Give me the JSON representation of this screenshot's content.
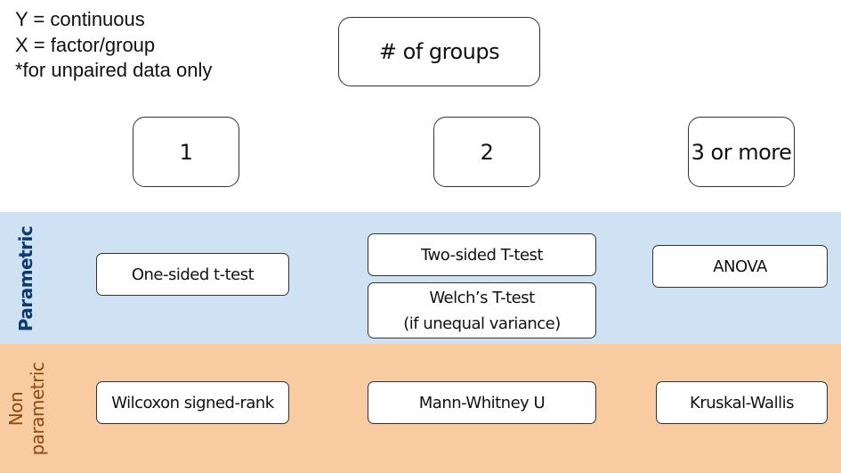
{
  "legend": {
    "line1": "Y = continuous",
    "line2": "X = factor/group",
    "line3": "*for unpaired data only"
  },
  "root": {
    "label": "# of groups"
  },
  "groups": [
    {
      "label": "1"
    },
    {
      "label": "2"
    },
    {
      "label": "3 or more"
    }
  ],
  "rows": {
    "parametric": {
      "label": "Parametric",
      "tests": {
        "one": "One-sided t-test",
        "two_a": "Two-sided T-test",
        "two_b_line1": "Welch’s T-test",
        "two_b_line2": "(if unequal variance)",
        "three": "ANOVA"
      }
    },
    "nonparametric": {
      "label_line1": "Non",
      "label_line2": "parametric",
      "tests": {
        "one": "Wilcoxon signed-rank",
        "two": "Mann-Whitney U",
        "three": "Kruskal-Wallis"
      }
    }
  },
  "colors": {
    "parametric_band": "#cfe2f3",
    "nonparametric_band": "#f8cba0",
    "parametric_label": "#0b3a72",
    "nonparametric_label": "#8a4a10"
  }
}
